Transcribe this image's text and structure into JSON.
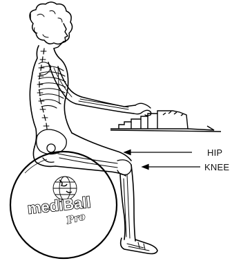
{
  "labels": {
    "hip": "HIP",
    "knee": "KNEE"
  },
  "logo": {
    "brand": "mediBall",
    "sub": "Pro"
  },
  "colors": {
    "ink": "#000000",
    "background": "#ffffff"
  }
}
